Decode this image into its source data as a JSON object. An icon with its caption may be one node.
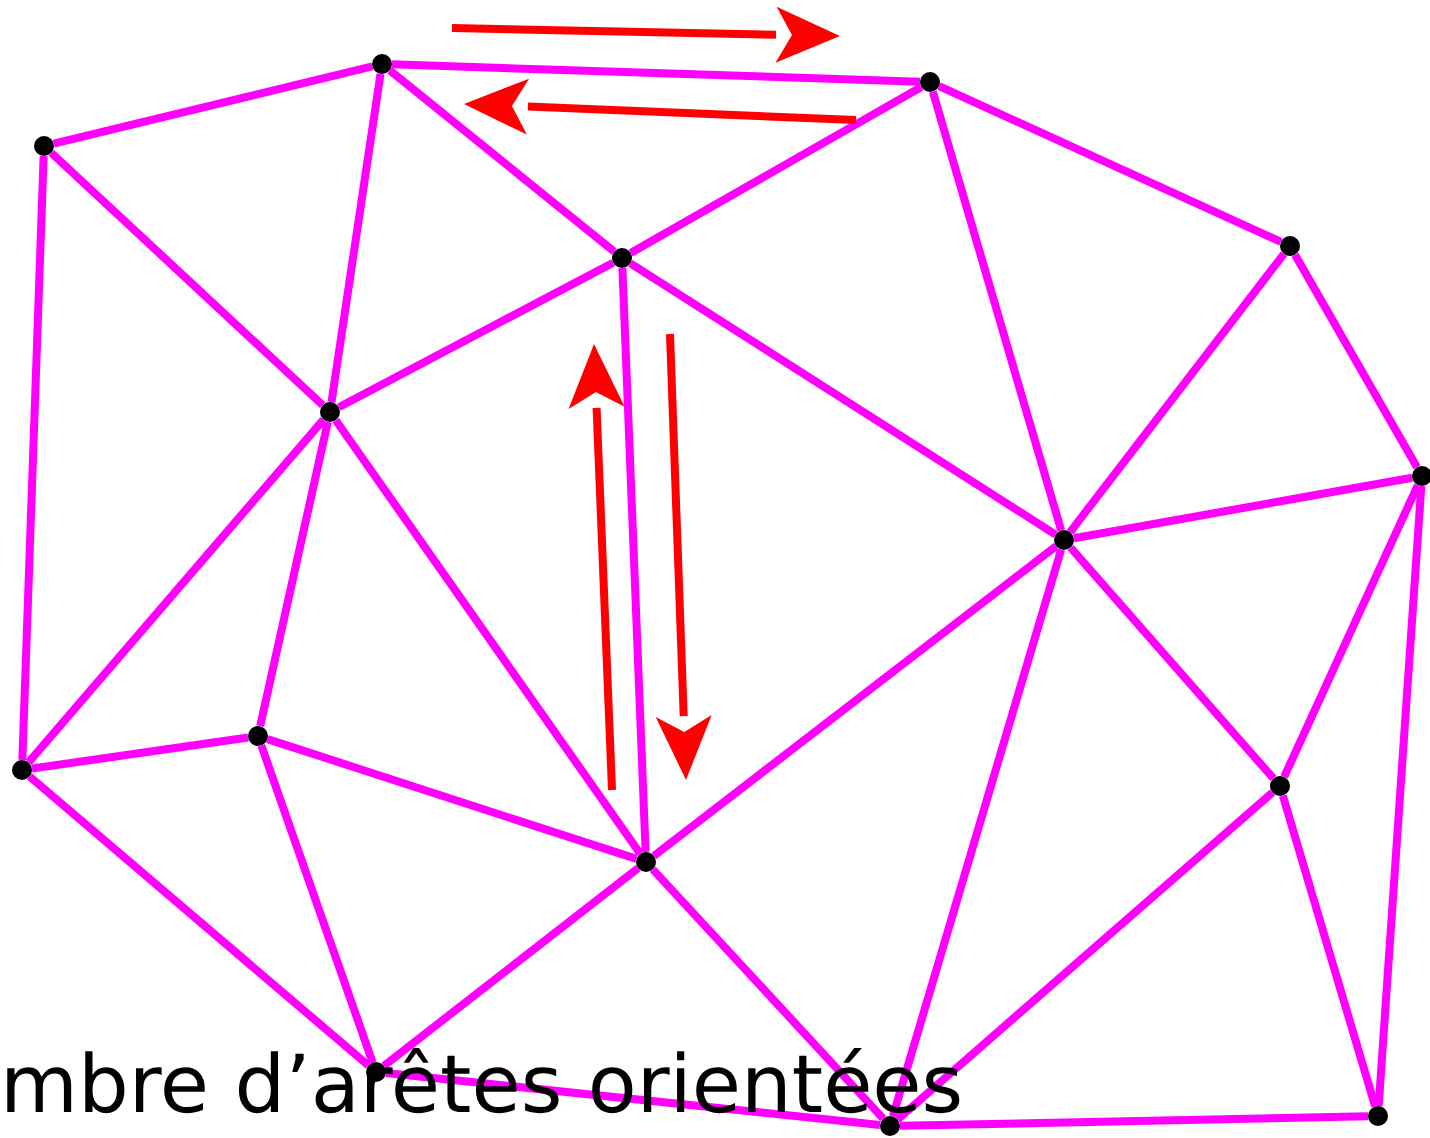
{
  "diagram": {
    "nodes": [
      {
        "text": [],
        "shape": "circle"
      },
      {
        "text": [],
        "shape": "circle"
      },
      {
        "text": [],
        "shape": "circle"
      },
      {
        "text": [],
        "shape": "circle"
      },
      {
        "text": [],
        "shape": "circle"
      },
      {
        "text": [],
        "shape": "circle"
      },
      {
        "text": [],
        "shape": "circle"
      },
      {
        "text": [],
        "shape": "circle"
      },
      {
        "text": [],
        "shape": "circle"
      },
      {
        "text": [],
        "shape": "circle"
      },
      {
        "text": [],
        "shape": "circle"
      },
      {
        "text": [],
        "shape": "circle"
      },
      {
        "text": [],
        "shape": "circle"
      },
      {
        "text": [],
        "shape": "circle"
      },
      {
        "text": [],
        "shape": "circle"
      }
    ],
    "edges": [
      {
        "from": 0,
        "to": 1,
        "arrow": "none"
      },
      {
        "from": 0,
        "to": 5,
        "arrow": "none"
      },
      {
        "from": 0,
        "to": 8,
        "arrow": "none"
      },
      {
        "from": 1,
        "to": 2,
        "arrow": "none"
      },
      {
        "from": 1,
        "to": 5,
        "arrow": "none"
      },
      {
        "from": 1,
        "to": 3,
        "arrow": "none"
      },
      {
        "from": 2,
        "to": 3,
        "arrow": "none"
      },
      {
        "from": 2,
        "to": 7,
        "arrow": "none"
      },
      {
        "from": 2,
        "to": 4,
        "arrow": "none"
      },
      {
        "from": 4,
        "to": 7,
        "arrow": "none"
      },
      {
        "from": 4,
        "to": 6,
        "arrow": "none"
      },
      {
        "from": 3,
        "to": 5,
        "arrow": "none"
      },
      {
        "from": 3,
        "to": 7,
        "arrow": "none"
      },
      {
        "from": 3,
        "to": 11,
        "arrow": "none"
      },
      {
        "from": 5,
        "to": 8,
        "arrow": "none"
      },
      {
        "from": 5,
        "to": 9,
        "arrow": "none"
      },
      {
        "from": 5,
        "to": 11,
        "arrow": "none"
      },
      {
        "from": 8,
        "to": 9,
        "arrow": "none"
      },
      {
        "from": 8,
        "to": 12,
        "arrow": "none"
      },
      {
        "from": 9,
        "to": 12,
        "arrow": "none"
      },
      {
        "from": 9,
        "to": 11,
        "arrow": "none"
      },
      {
        "from": 11,
        "to": 12,
        "arrow": "none"
      },
      {
        "from": 11,
        "to": 7,
        "arrow": "none"
      },
      {
        "from": 11,
        "to": 13,
        "arrow": "none"
      },
      {
        "from": 7,
        "to": 6,
        "arrow": "none"
      },
      {
        "from": 7,
        "to": 13,
        "arrow": "none"
      },
      {
        "from": 7,
        "to": 10,
        "arrow": "none"
      },
      {
        "from": 6,
        "to": 10,
        "arrow": "none"
      },
      {
        "from": 6,
        "to": 14,
        "arrow": "none"
      },
      {
        "from": 10,
        "to": 13,
        "arrow": "none"
      },
      {
        "from": 10,
        "to": 14,
        "arrow": "none"
      },
      {
        "from": 12,
        "to": 13,
        "arrow": "none"
      },
      {
        "from": 13,
        "to": 14,
        "arrow": "none"
      }
    ],
    "labels": [
      "mbre d’arêtes orientées"
    ]
  }
}
